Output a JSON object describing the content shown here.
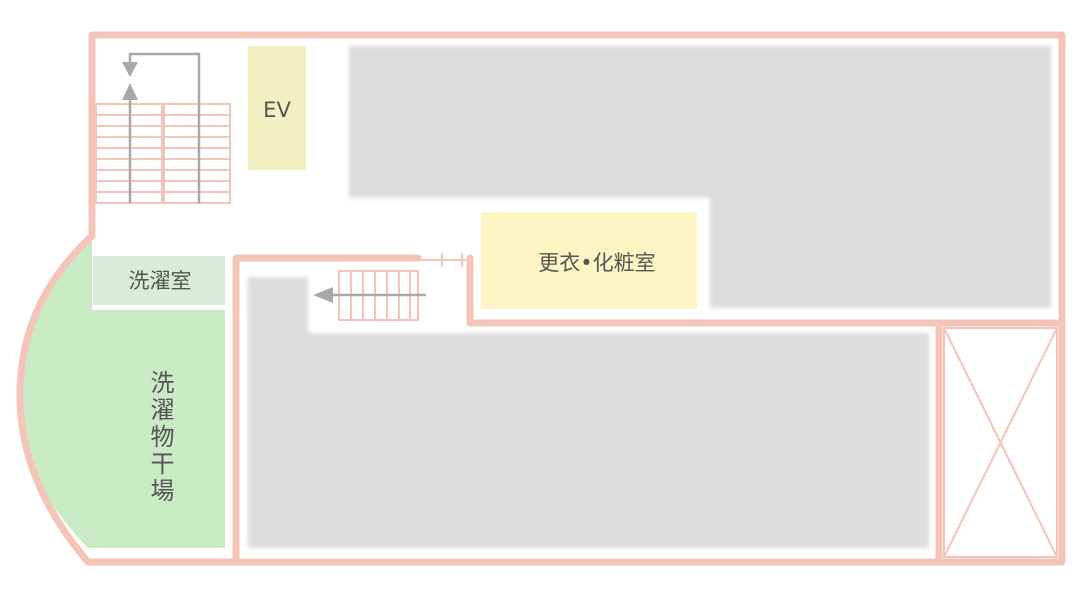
{
  "floor_plan": {
    "rooms": {
      "elevator": {
        "label": "EV",
        "color": "#F0F0C3"
      },
      "dressing_room": {
        "label": "更衣•化粧室",
        "color": "#FDF5C3"
      },
      "laundry_room": {
        "label": "洗濯室",
        "color": "#D9EBD9"
      },
      "drying_area": {
        "label": "洗濯物干場",
        "color": "#C9EBC3"
      }
    },
    "colors": {
      "wall": "#F5C4B8",
      "unlabeled_area": "#DCDCDC",
      "arrow": "#A8A8A8",
      "text": "#555555"
    }
  }
}
